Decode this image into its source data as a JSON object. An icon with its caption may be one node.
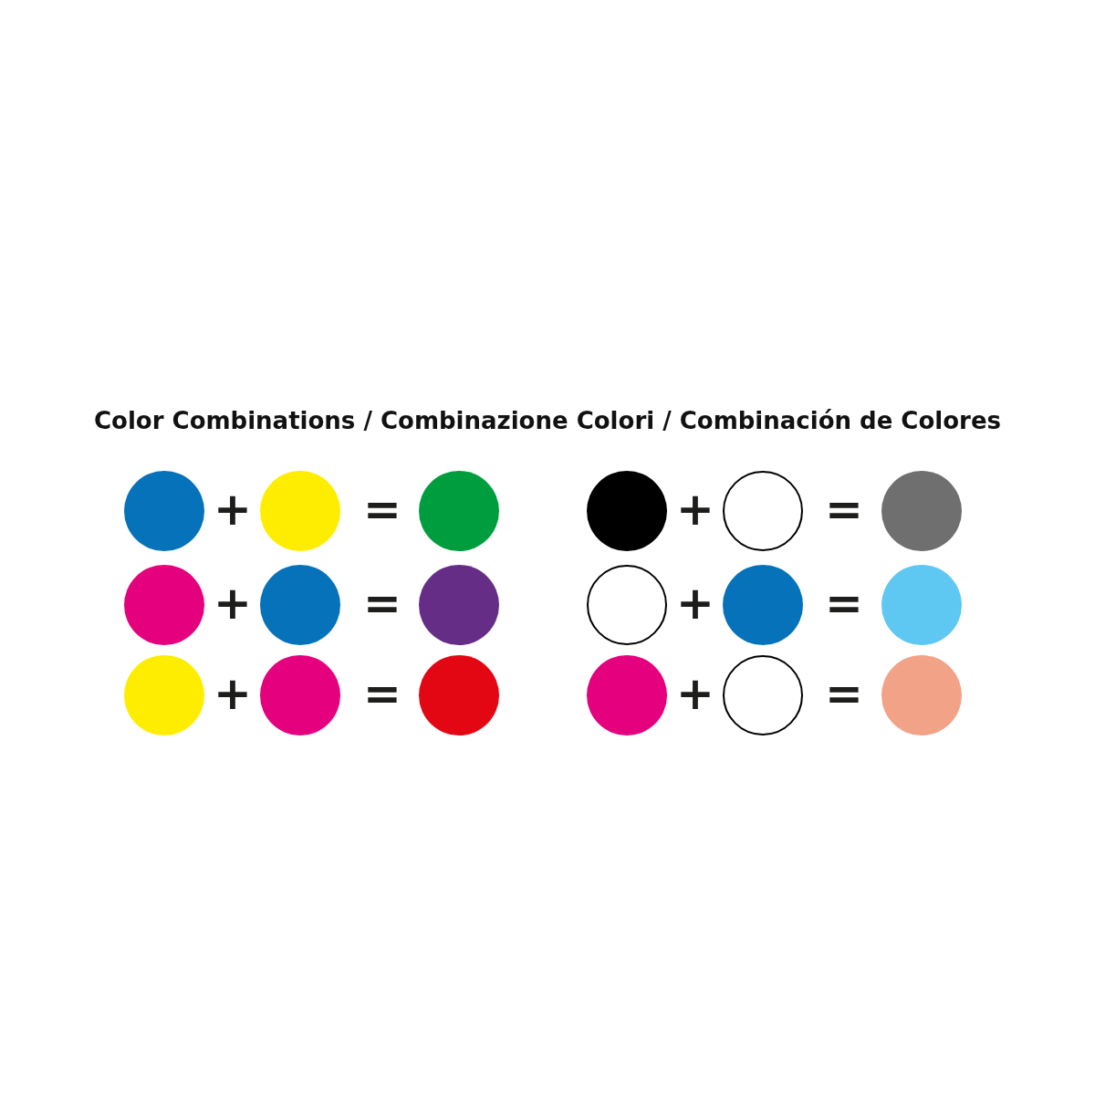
{
  "diagram": {
    "title": "Color Combinations / Combinazione Colori / Combinación de Colores",
    "nodes": [
      {
        "text": [],
        "shape": "circle"
      },
      {
        "text": [],
        "shape": "circle"
      },
      {
        "text": [],
        "shape": "circle"
      },
      {
        "text": [],
        "shape": "circle"
      },
      {
        "text": [],
        "shape": "circle"
      },
      {
        "text": [],
        "shape": "circle"
      },
      {
        "text": [],
        "shape": "circle"
      },
      {
        "text": [],
        "shape": "circle"
      },
      {
        "text": [],
        "shape": "circle"
      },
      {
        "text": [],
        "shape": "circle"
      },
      {
        "text": [],
        "shape": "circle"
      },
      {
        "text": [],
        "shape": "circle"
      },
      {
        "text": [],
        "shape": "circle"
      },
      {
        "text": [],
        "shape": "circle"
      },
      {
        "text": [],
        "shape": "circle"
      },
      {
        "text": [],
        "shape": "circle"
      },
      {
        "text": [],
        "shape": "circle"
      },
      {
        "text": [],
        "shape": "circle"
      }
    ],
    "labels": [
      "+",
      "=",
      "+",
      "=",
      "+",
      "=",
      "+",
      "=",
      "+",
      "=",
      "+",
      "="
    ]
  }
}
